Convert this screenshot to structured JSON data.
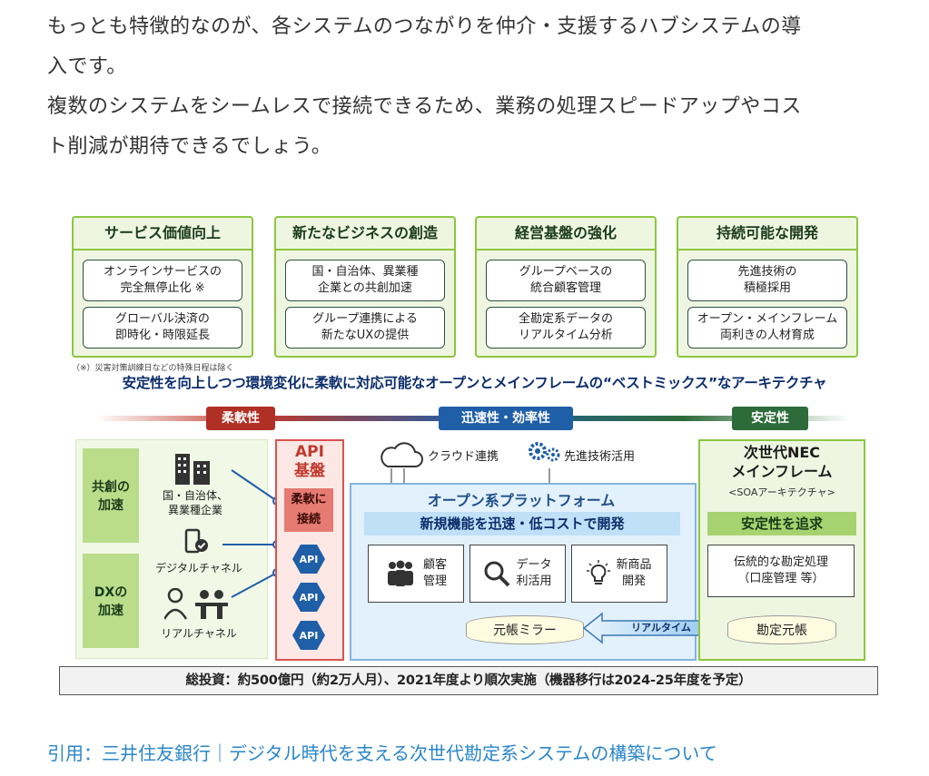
{
  "paragraphs": [
    "もっとも特徴的なのが、各システムのつながりを仲介・支援するハブシステムの導",
    "入です。",
    "複数のシステムをシームレスで接続できるため、業務の処理スピードアップやコス",
    "ト削減が期待できるでしょう。"
  ],
  "figure": {
    "goals": [
      {
        "title": "サービス価値向上",
        "items": [
          "オンラインサービスの\n完全無停止化 ※",
          "グローバル決済の\n即時化・時限延長"
        ]
      },
      {
        "title": "新たなビジネスの創造",
        "items": [
          "国・自治体、異業種\n企業との共創加速",
          "グループ連携による\n新たなUXの提供"
        ]
      },
      {
        "title": "経営基盤の強化",
        "items": [
          "グループベースの\n統合顧客管理",
          "全勘定系データの\nリアルタイム分析"
        ]
      },
      {
        "title": "持続可能な開発",
        "items": [
          "先進技術の\n積極採用",
          "オープン・メインフレーム\n両利きの人材育成"
        ]
      }
    ],
    "footnote": "（※）災害対策訓練日などの特殊日程は除く",
    "headline": "安定性を向上しつつ環境変化に柔軟に対応可能なオープンとメインフレームの“ベストミックス”なアーキテクチャ",
    "tags": {
      "flexible": "柔軟性",
      "speed": "迅速性・効率性",
      "stability": "安定性"
    },
    "left": {
      "kyoso": "共創の\n加速",
      "dx": "DXの\n加速",
      "partners": "国・自治体、\n異業種企業",
      "digital": "デジタルチャネル",
      "real": "リアルチャネル"
    },
    "api": {
      "title": "API\n基盤",
      "sub": "柔軟に\n接続",
      "badges": [
        "API",
        "API",
        "API"
      ]
    },
    "open": {
      "cloud": "クラウド連携",
      "tech": "先進技術活用",
      "title": "オープン系プラットフォーム",
      "band": "新規機能を迅速・低コストで開発",
      "features": [
        {
          "label": "顧客\n管理",
          "icon": "people-icon"
        },
        {
          "label": "データ\n利活用",
          "icon": "magnifier-icon"
        },
        {
          "label": "新商品\n開発",
          "icon": "lightbulb-icon"
        }
      ],
      "mirror": "元帳ミラー",
      "realtime": "リアルタイム"
    },
    "mainframe": {
      "title": "次世代NEC\nメインフレーム",
      "sub": "<SOAアーキテクチャ>",
      "band": "安定性を追求",
      "traditional": "伝統的な勘定処理\n（口座管理 等）",
      "ledger": "勘定元帳"
    },
    "investment": "総投資：約500億円（約2万人月）、2021年度より順次実施（機器移行は2024-25年度を予定）"
  },
  "citation": "引用：三井住友銀行｜デジタル時代を支える次世代勘定系システムの構築について",
  "colors": {
    "green": "#8cc63f",
    "red": "#c0392b",
    "blue": "#1f5fa8",
    "darkgreen": "#2e6b3a",
    "link": "#2a86c8"
  }
}
